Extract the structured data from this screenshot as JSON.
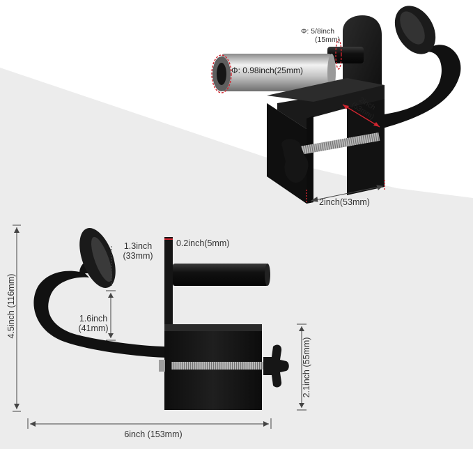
{
  "colors": {
    "background_grey": "#ececec",
    "metal_black": "#161616",
    "steel": "#c9c9c9",
    "dimension_line": "#444444",
    "highlight_red": "#d0252f"
  },
  "icons": [
    "hook-hanger-front-photo",
    "hook-hanger-side-photo"
  ],
  "top_view": {
    "hole_diameter": "Φ: 5/8inch",
    "hole_diameter_mm": "(15mm)",
    "tube_diameter": "Φ: 0.98inch(25mm)",
    "clamp_depth": "2inch",
    "clamp_depth_mm": "(53mm)",
    "clamp_width": "2inch(53mm)"
  },
  "side_view": {
    "total_height": "4.5inch (116mm)",
    "hook_reach": "1.3inch",
    "hook_reach_mm": "(33mm)",
    "plate_thickness": "0.2inch(5mm)",
    "hook_gap": "1.6inch",
    "hook_gap_mm": "(41mm)",
    "clamp_height": "2.1inch (55mm)",
    "total_width": "6inch (153mm)"
  }
}
